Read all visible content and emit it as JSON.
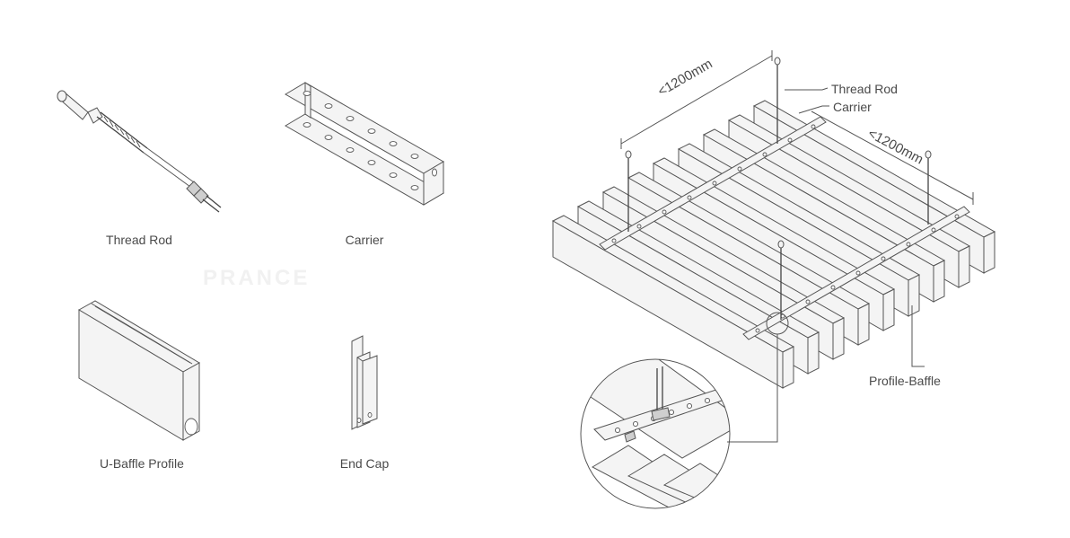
{
  "components": {
    "thread_rod": "Thread Rod",
    "carrier": "Carrier",
    "u_baffle_profile": "U-Baffle Profile",
    "end_cap": "End Cap"
  },
  "watermark": "PRANCE",
  "assembly": {
    "dimension_long": "<1200mm",
    "dimension_short": "<1200mm",
    "callout_thread_rod": "Thread Rod",
    "callout_carrier": "Carrier",
    "callout_profile_baffle": "Profile-Baffle"
  }
}
